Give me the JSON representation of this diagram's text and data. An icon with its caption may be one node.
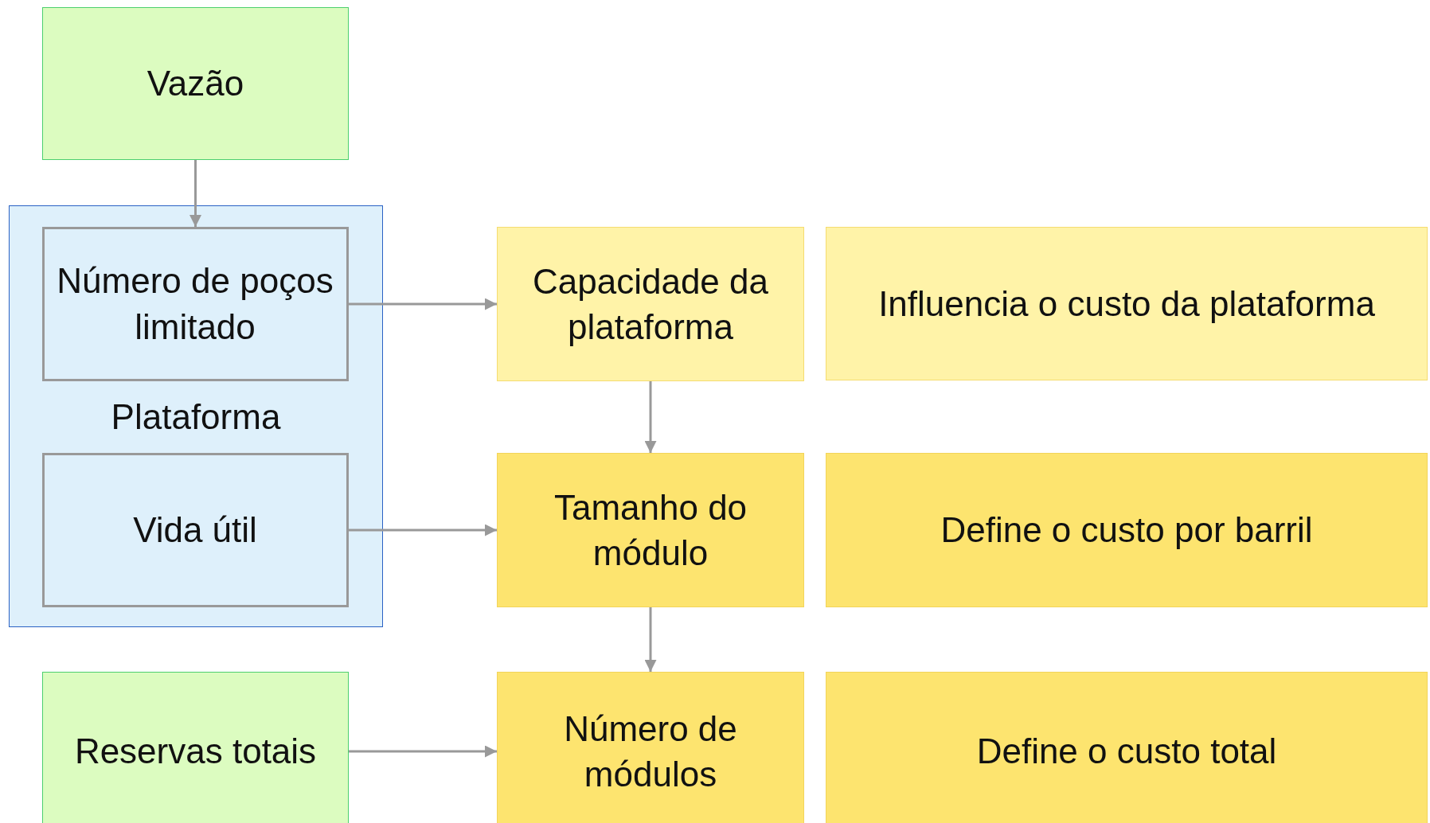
{
  "diagram": {
    "nodes": [
      {
        "text": [
          "Vazão"
        ]
      },
      {
        "text": [
          "Plataforma"
        ]
      },
      {
        "text": [
          "Número de poços limitado"
        ],
        "in": 1
      },
      {
        "text": [
          "Vida útil"
        ],
        "in": 1
      },
      {
        "text": [
          "Capacidade da plataforma"
        ]
      },
      {
        "text": [
          "Influencia o custo da plataforma"
        ]
      },
      {
        "text": [
          "Tamanho do módulo"
        ]
      },
      {
        "text": [
          "Define o custo por barril"
        ]
      },
      {
        "text": [
          "Reservas totais"
        ]
      },
      {
        "text": [
          "Número de módulos"
        ]
      },
      {
        "text": [
          "Define o custo total"
        ]
      }
    ],
    "edges": [
      {
        "from": 0,
        "to": 2,
        "arrow": "to"
      },
      {
        "from": 2,
        "to": 4,
        "arrow": "to"
      },
      {
        "from": 4,
        "to": 6,
        "arrow": "to"
      },
      {
        "from": 3,
        "to": 6,
        "arrow": "to"
      },
      {
        "from": 6,
        "to": 9,
        "arrow": "to"
      },
      {
        "from": 8,
        "to": 9,
        "arrow": "to"
      }
    ]
  }
}
